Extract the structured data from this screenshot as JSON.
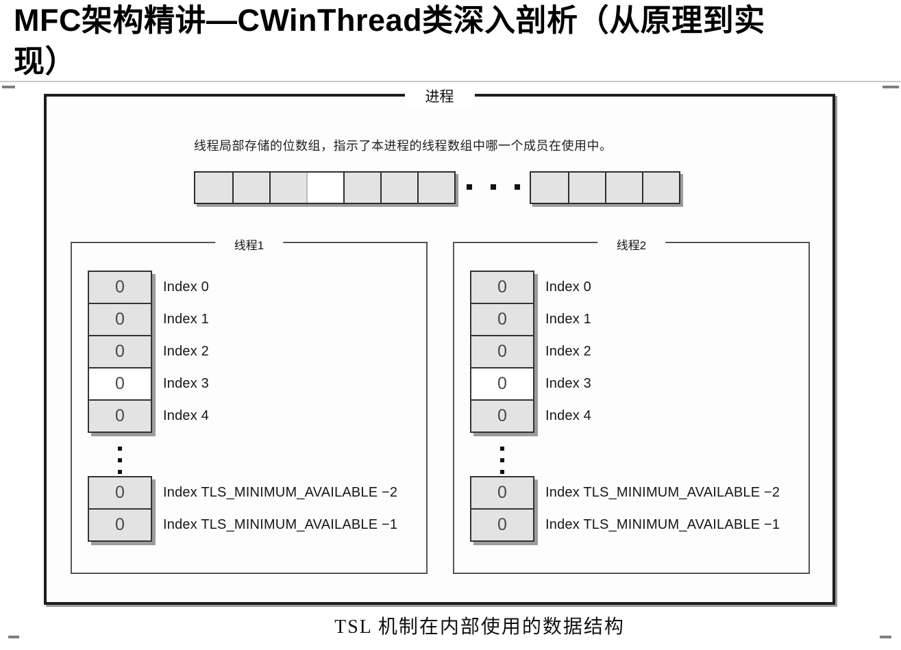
{
  "page_title": {
    "full_text": "MFC架构精讲—CWinThread类深入剖析（从原理到实现）",
    "lines": [
      "MFC架构精讲—CWinThread类深入剖析（从原理到实",
      "现）"
    ]
  },
  "figure": {
    "frame_label": "进程",
    "description": "线程局部存储的位数组，指示了本进程的线程数组中哪一个成员在使用中。",
    "bit_array": {
      "left_cells": [
        "filled",
        "filled",
        "filled",
        "empty",
        "filled",
        "filled",
        "filled"
      ],
      "right_cells": [
        "filled",
        "filled",
        "filled",
        "filled"
      ]
    },
    "threads": [
      {
        "label": "线程1",
        "slots": [
          {
            "value": "0",
            "label": "Index 0",
            "highlight": false
          },
          {
            "value": "0",
            "label": "Index 1",
            "highlight": false
          },
          {
            "value": "0",
            "label": "Index 2",
            "highlight": false
          },
          {
            "value": "0",
            "label": "Index 3",
            "highlight": true
          },
          {
            "value": "0",
            "label": "Index 4",
            "highlight": false
          }
        ],
        "tail_slots": [
          {
            "value": "0",
            "label": "Index TLS_MINIMUM_AVAILABLE −2"
          },
          {
            "value": "0",
            "label": "Index TLS_MINIMUM_AVAILABLE −1"
          }
        ]
      },
      {
        "label": "线程2",
        "slots": [
          {
            "value": "0",
            "label": "Index 0",
            "highlight": false
          },
          {
            "value": "0",
            "label": "Index 1",
            "highlight": false
          },
          {
            "value": "0",
            "label": "Index 2",
            "highlight": false
          },
          {
            "value": "0",
            "label": "Index 3",
            "highlight": true
          },
          {
            "value": "0",
            "label": "Index 4",
            "highlight": false
          }
        ],
        "tail_slots": [
          {
            "value": "0",
            "label": "Index TLS_MINIMUM_AVAILABLE −2"
          },
          {
            "value": "0",
            "label": "Index TLS_MINIMUM_AVAILABLE −1"
          }
        ]
      }
    ]
  },
  "caption": "TSL 机制在内部使用的数据结构",
  "colors": {
    "cell_fill": "#e3e3e3",
    "cell_highlight": "#ffffff",
    "cell_border": "#2e2e2e",
    "frame_border": "#1c1c1c",
    "shadow": "#9c9c9c"
  }
}
